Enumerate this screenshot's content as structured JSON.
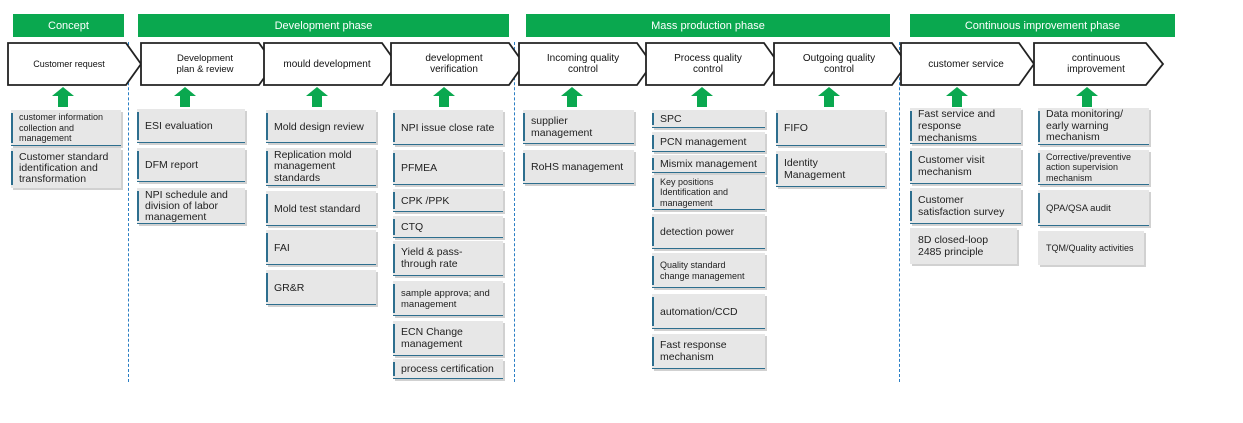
{
  "phases": {
    "concept": "Concept",
    "development": "Development phase",
    "mass_production": "Mass production phase",
    "continuous": "Continuous improvement phase"
  },
  "steps": {
    "customer_request": "Customer request",
    "dev_plan": "Development plan & review",
    "mould_dev": "mould development",
    "dev_verification": "development verification",
    "iqc": "Incoming quality control",
    "pqc": "Process quality control",
    "oqc": "Outgoing quality control",
    "customer_service": "customer service",
    "continuous_improvement": "continuous improvement"
  },
  "cards": {
    "customer_request": [
      "customer information collection and management",
      "Customer standard identification and transformation"
    ],
    "dev_plan": [
      "ESI evaluation",
      "DFM report",
      "NPI schedule and division of labor management"
    ],
    "mould_dev": [
      "Mold design review",
      "Replication mold management standards",
      "Mold test standard",
      "FAI",
      "GR&R"
    ],
    "dev_verification": [
      "NPI issue close rate",
      "PFMEA",
      "CPK /PPK",
      "CTQ",
      "Yield & pass-through rate",
      "sample approva; and management",
      "ECN Change management",
      "process certification"
    ],
    "iqc": [
      "supplier management",
      "RoHS management"
    ],
    "pqc": [
      "SPC",
      "PCN management",
      "Mismix management",
      "Key positions Identification and management",
      "detection power",
      "Quality standard change management",
      "automation/CCD",
      "Fast response mechanism"
    ],
    "oqc": [
      "FIFO",
      "Identity Management"
    ],
    "customer_service": [
      "Fast service and response mechanisms",
      "Customer visit mechanism",
      "Customer satisfaction survey",
      "8D closed-loop 2485 principle"
    ],
    "continuous_improvement": [
      "Data monitoring/ early warning mechanism",
      "Corrective/preventive action supervision mechanism",
      "QPA/QSA audit",
      "TQM/Quality activities"
    ]
  },
  "colors": {
    "accent": "#0aa84f",
    "divider": "#2a7ec4",
    "card": "#e7e7e7",
    "card_edge": "#2d6e8e"
  }
}
